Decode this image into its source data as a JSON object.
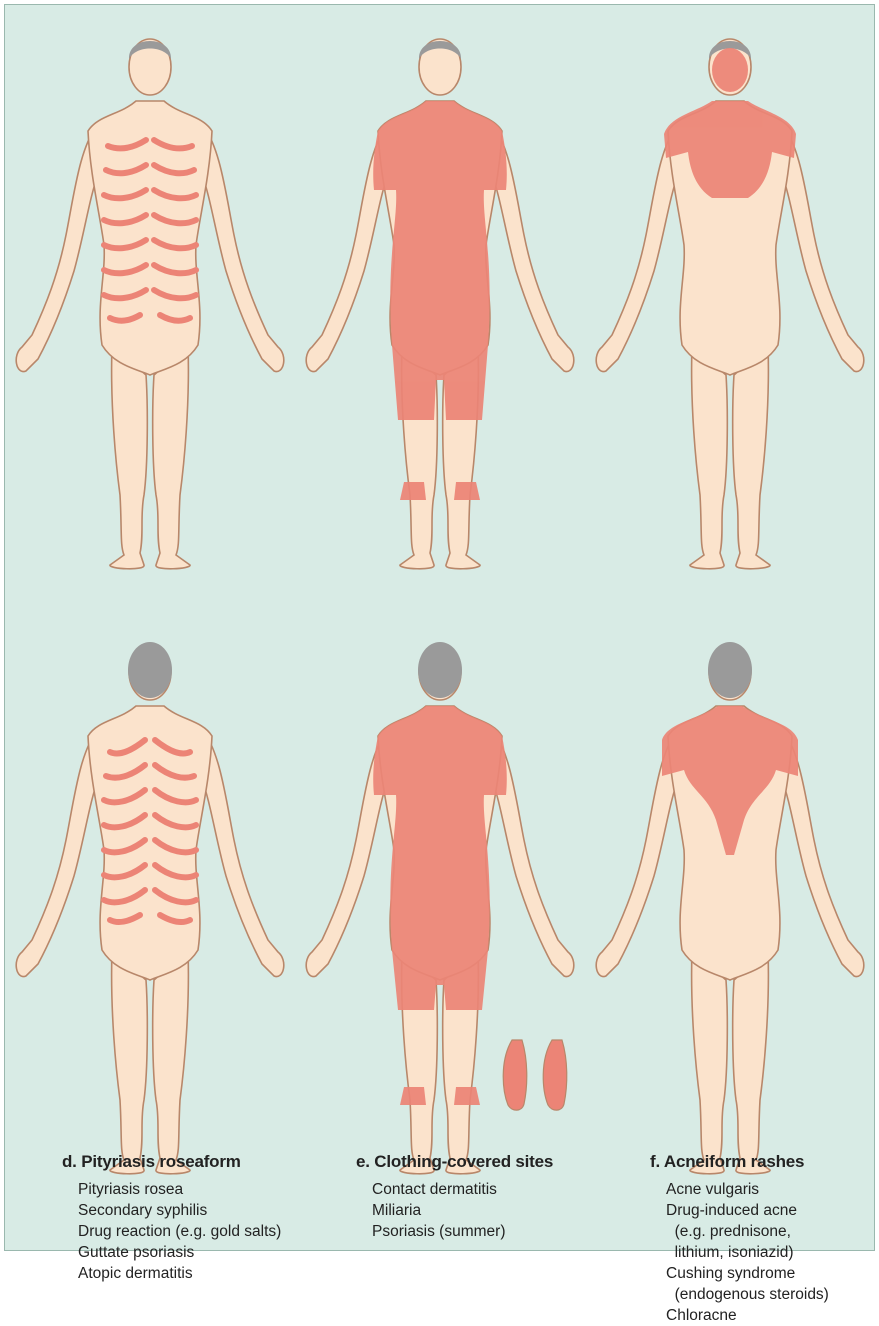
{
  "colors": {
    "background": "#d8ebe5",
    "skin": "#fbe3cc",
    "skin_outline": "#b8876a",
    "hair": "#9a9a9a",
    "rash": "#ec8476"
  },
  "captions": [
    {
      "title": "d. Pityriasis roseaform",
      "items": [
        "Pityriasis rosea",
        "Secondary syphilis",
        "Drug reaction (e.g. gold salts)",
        "Guttate psoriasis",
        "Atopic dermatitis"
      ]
    },
    {
      "title": "e. Clothing-covered sites",
      "items": [
        "Contact dermatitis",
        "Miliaria",
        "Psoriasis (summer)"
      ]
    },
    {
      "title": "f. Acneiform rashes",
      "items": [
        "Acne vulgaris",
        "Drug-induced acne",
        "  (e.g. prednisone,",
        "  lithium, isoniazid)",
        "Cushing syndrome",
        "  (endogenous steroids)",
        "Chloracne"
      ]
    }
  ]
}
